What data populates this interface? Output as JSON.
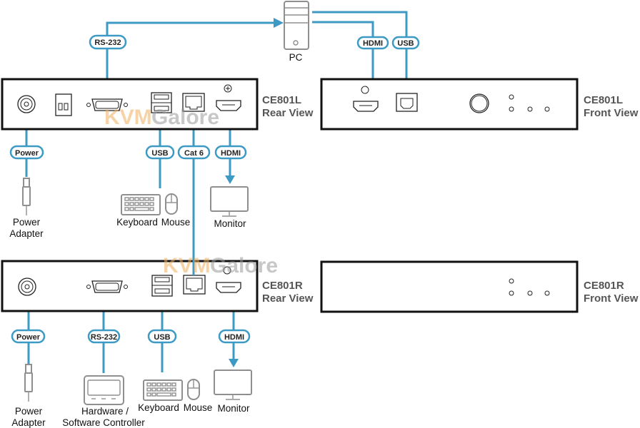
{
  "diagram": {
    "title": "CE801 KVM Extender Connection Diagram",
    "units": {
      "local_rear": {
        "model": "CE801L",
        "view": "Rear View"
      },
      "local_front": {
        "model": "CE801L",
        "view": "Front View"
      },
      "remote_rear": {
        "model": "CE801R",
        "view": "Rear View"
      },
      "remote_front": {
        "model": "CE801R",
        "view": "Front View"
      }
    },
    "devices": {
      "pc": "PC",
      "power_adapter_top": [
        "Power",
        "Adapter"
      ],
      "keyboard_top": "Keyboard",
      "mouse_top": "Mouse",
      "monitor_top": "Monitor",
      "power_adapter_bottom": [
        "Power",
        "Adapter"
      ],
      "controller": [
        "Hardware /",
        "Software Controller"
      ],
      "keyboard_bottom": "Keyboard",
      "mouse_bottom": "Mouse",
      "monitor_bottom": "Monitor"
    },
    "cables": {
      "rs232_top": "RS-232",
      "hdmi_pc": "HDMI",
      "usb_pc": "USB",
      "power_top": "Power",
      "usb_top": "USB",
      "cat6": "Cat 6",
      "hdmi_top": "HDMI",
      "power_bottom": "Power",
      "rs232_bottom": "RS-232",
      "usb_bottom": "USB",
      "hdmi_bottom": "HDMI"
    },
    "watermark": {
      "part1": "KVM",
      "part2": "Galore"
    },
    "colors": {
      "cable": "#3c9ac4",
      "device": "#8f8f8f",
      "label": "#555555"
    }
  }
}
